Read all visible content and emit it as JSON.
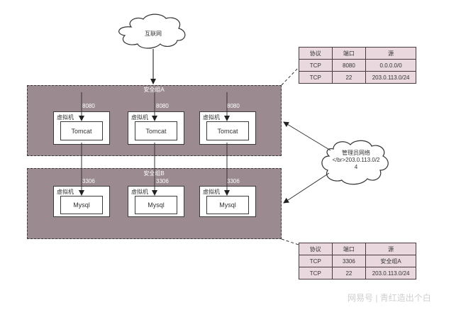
{
  "internet_cloud": {
    "label": "互联网"
  },
  "admin_cloud": {
    "label_line1": "管理员网络",
    "label_line2": "</br>203.0.113.0/2",
    "label_line3": "4"
  },
  "security_group_a": {
    "label": "安全组A",
    "vms": [
      {
        "label": "虚拟机",
        "service": "Tomcat",
        "port": "8080"
      },
      {
        "label": "虚拟机",
        "service": "Tomcat",
        "port": "8080"
      },
      {
        "label": "虚拟机",
        "service": "Tomcat",
        "port": "8080"
      }
    ]
  },
  "security_group_b": {
    "label": "安全组B",
    "vms": [
      {
        "label": "虚拟机",
        "service": "Mysql",
        "port": "3306"
      },
      {
        "label": "虚拟机",
        "service": "Mysql",
        "port": "3306"
      },
      {
        "label": "虚拟机",
        "service": "Mysql",
        "port": "3306"
      }
    ]
  },
  "rules_a": {
    "headers": [
      "协议",
      "端口",
      "源"
    ],
    "rows": [
      [
        "TCP",
        "8080",
        "0.0.0.0/0"
      ],
      [
        "TCP",
        "22",
        "203.0.113.0/24"
      ]
    ]
  },
  "rules_b": {
    "headers": [
      "协议",
      "端口",
      "源"
    ],
    "rows": [
      [
        "TCP",
        "3306",
        "安全组A"
      ],
      [
        "TCP",
        "22",
        "203.0.113.0/24"
      ]
    ]
  },
  "watermark": {
    "text": "网易号 | 青红造出个白"
  },
  "colors": {
    "group_fill": "#9b8b90",
    "table_fill": "#e9d9df"
  }
}
